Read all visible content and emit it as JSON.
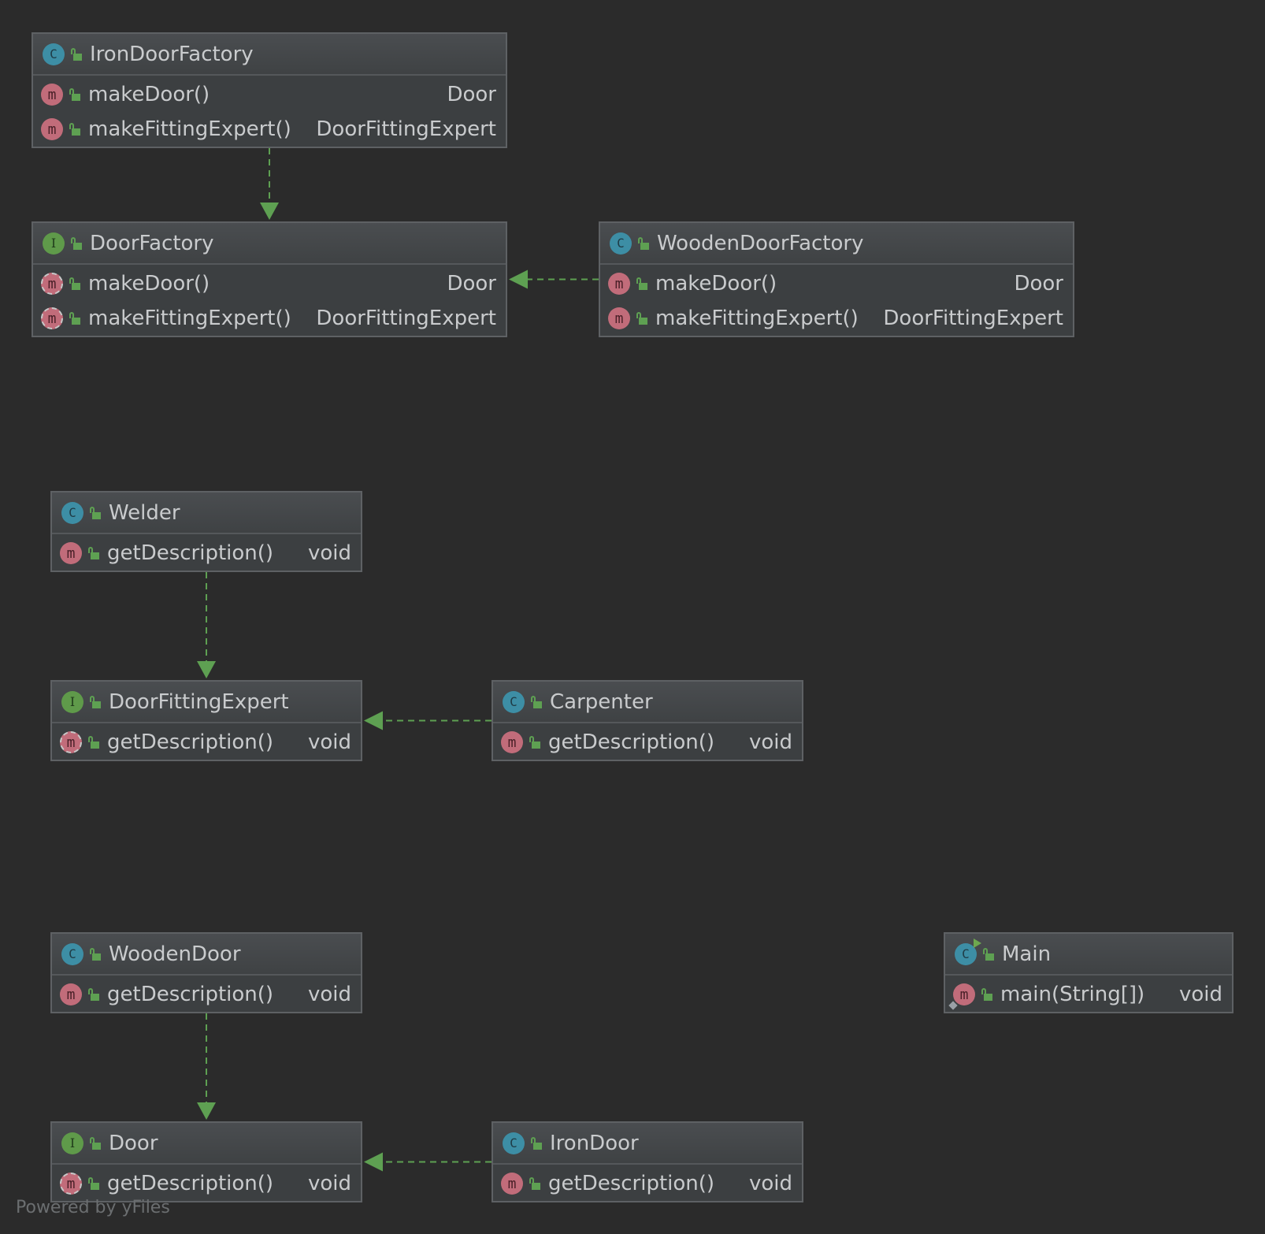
{
  "nodes": [
    {
      "id": "IronDoorFactory",
      "kind": "class",
      "title": "IronDoorFactory",
      "members": [
        {
          "kind": "method",
          "name": "makeDoor()",
          "type": "Door"
        },
        {
          "kind": "method",
          "name": "makeFittingExpert()",
          "type": "DoorFittingExpert"
        }
      ]
    },
    {
      "id": "DoorFactory",
      "kind": "interface",
      "title": "DoorFactory",
      "members": [
        {
          "kind": "abstract",
          "name": "makeDoor()",
          "type": "Door"
        },
        {
          "kind": "abstract",
          "name": "makeFittingExpert()",
          "type": "DoorFittingExpert"
        }
      ]
    },
    {
      "id": "WoodenDoorFactory",
      "kind": "class",
      "title": "WoodenDoorFactory",
      "members": [
        {
          "kind": "method",
          "name": "makeDoor()",
          "type": "Door"
        },
        {
          "kind": "method",
          "name": "makeFittingExpert()",
          "type": "DoorFittingExpert"
        }
      ]
    },
    {
      "id": "Welder",
      "kind": "class",
      "title": "Welder",
      "members": [
        {
          "kind": "method",
          "name": "getDescription()",
          "type": "void"
        }
      ]
    },
    {
      "id": "DoorFittingExpert",
      "kind": "interface",
      "title": "DoorFittingExpert",
      "members": [
        {
          "kind": "abstract",
          "name": "getDescription()",
          "type": "void"
        }
      ]
    },
    {
      "id": "Carpenter",
      "kind": "class",
      "title": "Carpenter",
      "members": [
        {
          "kind": "method",
          "name": "getDescription()",
          "type": "void"
        }
      ]
    },
    {
      "id": "WoodenDoor",
      "kind": "class",
      "title": "WoodenDoor",
      "members": [
        {
          "kind": "method",
          "name": "getDescription()",
          "type": "void"
        }
      ]
    },
    {
      "id": "Main",
      "kind": "class-runnable",
      "title": "Main",
      "members": [
        {
          "kind": "static-method",
          "name": "main(String[])",
          "type": "void"
        }
      ]
    },
    {
      "id": "Door",
      "kind": "interface",
      "title": "Door",
      "members": [
        {
          "kind": "abstract",
          "name": "getDescription()",
          "type": "void"
        }
      ]
    },
    {
      "id": "IronDoor",
      "kind": "class",
      "title": "IronDoor",
      "members": [
        {
          "kind": "method",
          "name": "getDescription()",
          "type": "void"
        }
      ]
    }
  ],
  "edges": [
    {
      "from": "IronDoorFactory",
      "to": "DoorFactory",
      "relation": "implements"
    },
    {
      "from": "WoodenDoorFactory",
      "to": "DoorFactory",
      "relation": "implements"
    },
    {
      "from": "Welder",
      "to": "DoorFittingExpert",
      "relation": "implements"
    },
    {
      "from": "Carpenter",
      "to": "DoorFittingExpert",
      "relation": "implements"
    },
    {
      "from": "WoodenDoor",
      "to": "Door",
      "relation": "implements"
    },
    {
      "from": "IronDoor",
      "to": "Door",
      "relation": "implements"
    }
  ],
  "icon_letters": {
    "class": "C",
    "interface": "I",
    "method": "m"
  },
  "colors": {
    "background": "#2b2b2b",
    "edge": "#5ea052",
    "class_icon": "#3d8ea5",
    "interface_icon": "#5f9a4a",
    "method_icon": "#c16c7a"
  },
  "footer": "Powered by yFiles"
}
